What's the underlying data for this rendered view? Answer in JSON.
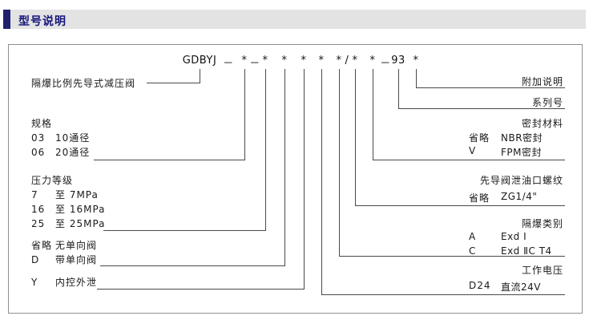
{
  "header": {
    "title": "型号说明"
  },
  "model_code": {
    "tokens": [
      "GDBYJ",
      "－",
      "*",
      "－",
      "*",
      "*",
      "*",
      "*",
      "*",
      "/",
      "*",
      "*",
      "－",
      "93",
      "*"
    ]
  },
  "left_groups": [
    {
      "title": "隔爆比例先导式减压阀"
    },
    {
      "title": "规格",
      "rows": [
        {
          "code": "03",
          "desc": "10通径"
        },
        {
          "code": "06",
          "desc": "20通径"
        }
      ]
    },
    {
      "title": "压力等级",
      "rows": [
        {
          "code": "7",
          "desc": "至 7MPa"
        },
        {
          "code": "16",
          "desc": "至 16MPa"
        },
        {
          "code": "25",
          "desc": "至 25MPa"
        }
      ]
    },
    {
      "rows": [
        {
          "code": "省略",
          "desc": "无单向阀"
        },
        {
          "code": "D",
          "desc": "带单向阀"
        }
      ]
    },
    {
      "rows": [
        {
          "code": "Y",
          "desc": "内控外泄"
        }
      ]
    }
  ],
  "right_groups": [
    {
      "title": "附加说明"
    },
    {
      "title": "系列号"
    },
    {
      "title": "密封材料",
      "rows": [
        {
          "code": "省略",
          "desc": "NBR密封"
        },
        {
          "code": "V",
          "desc": "FPM密封"
        }
      ]
    },
    {
      "title": "先导阀泄油口螺纹",
      "rows": [
        {
          "code": "省略",
          "desc": "ZG1/4\""
        }
      ]
    },
    {
      "title": "隔爆类别",
      "rows": [
        {
          "code": "A",
          "desc": "Exd Ⅰ"
        },
        {
          "code": "C",
          "desc": "Exd ⅡC T4"
        }
      ]
    },
    {
      "title": "工作电压",
      "rows": [
        {
          "code": "D24",
          "desc": "直流24V"
        }
      ]
    }
  ]
}
